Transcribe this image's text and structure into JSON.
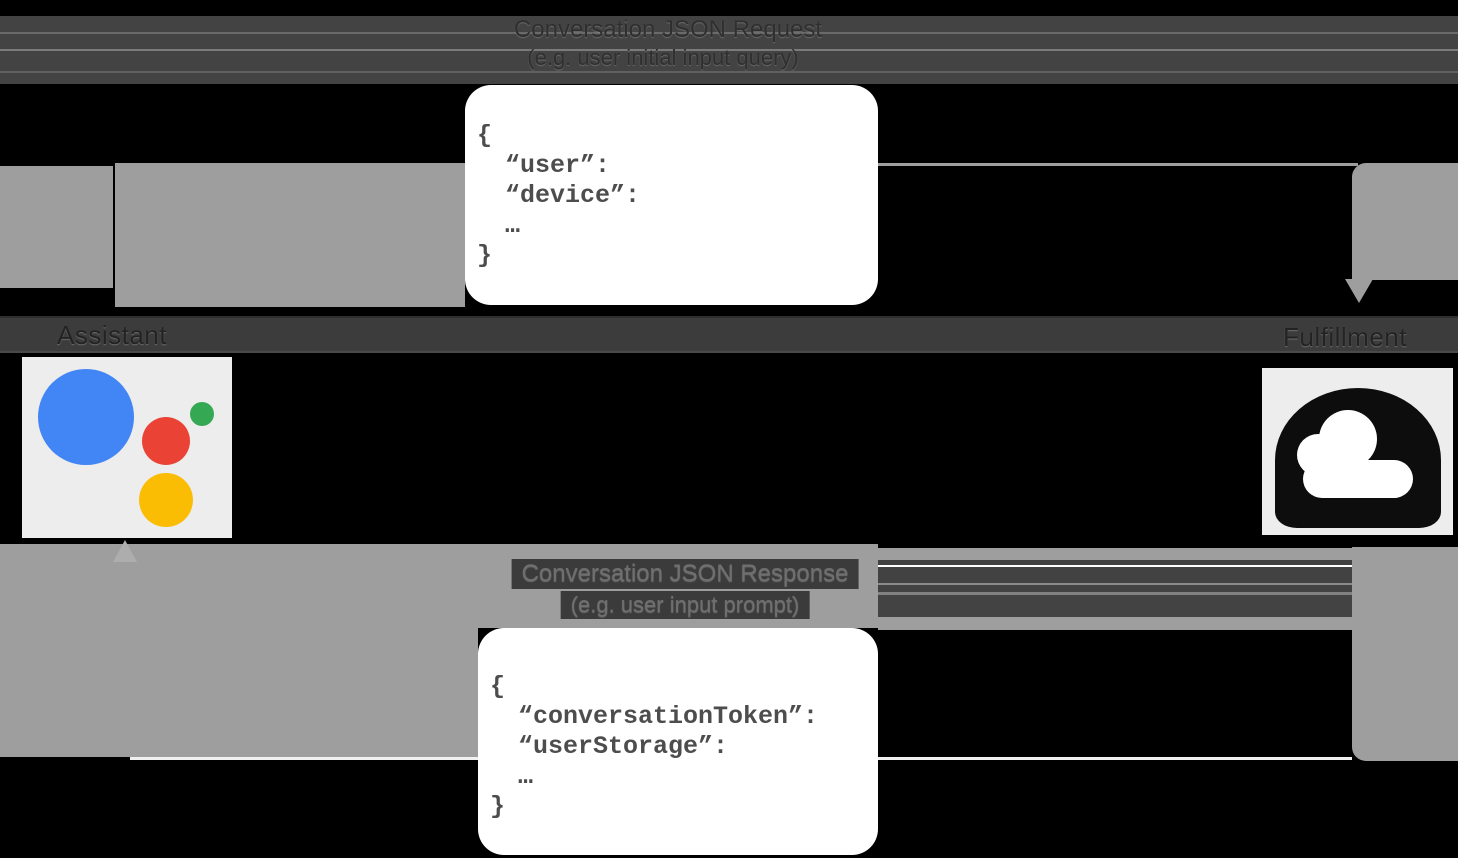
{
  "request": {
    "title": "Conversation JSON Request",
    "subtitle": "(e.g. user initial input query)",
    "code": [
      "{",
      "“user”:",
      "“device”:",
      "…",
      "}"
    ]
  },
  "response": {
    "title": "Conversation JSON Response",
    "subtitle": "(e.g. user input prompt)",
    "code": [
      "{",
      "“conversationToken”:",
      "“userStorage”:",
      "…",
      "}"
    ]
  },
  "actors": {
    "left": {
      "label": "Assistant",
      "icon": "google-assistant-logo"
    },
    "right": {
      "label": "Fulfillment",
      "icon": "google-cloud-icon"
    }
  },
  "colors": {
    "background": "#000000",
    "arrow_gray": "#9e9e9e",
    "band_dark": "#3c3c3c",
    "panel_white": "#ffffff",
    "code_text": "#4d4d4d",
    "icon_tile": "#ededed",
    "assistant_blue": "#4285f4",
    "assistant_red": "#ea4335",
    "assistant_green": "#34a853",
    "assistant_yellow": "#fbbc04"
  }
}
